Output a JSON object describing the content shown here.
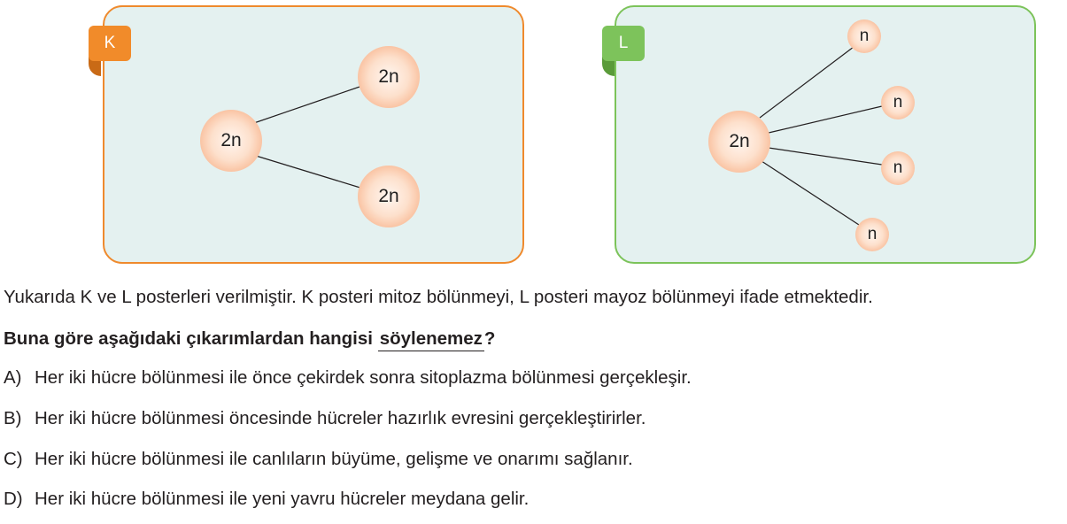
{
  "posters": {
    "k": {
      "label": "K",
      "parent": "2n",
      "children": [
        "2n",
        "2n"
      ],
      "border_color": "#ef8a2d"
    },
    "l": {
      "label": "L",
      "parent": "2n",
      "children": [
        "n",
        "n",
        "n",
        "n"
      ],
      "border_color": "#7cc35a"
    }
  },
  "question": {
    "intro": "Yukarıda K ve L posterleri verilmiştir. K posteri mitoz bölünmeyi, L posteri mayoz bölünmeyi ifade etmektedir.",
    "prompt_prefix": "Buna göre aşağıdaki çıkarımlardan hangisi ",
    "prompt_underlined": "söylenemez",
    "prompt_suffix": "?",
    "options": [
      {
        "letter": "A)",
        "text": "Her iki hücre bölünmesi ile önce çekirdek sonra sitoplazma bölünmesi gerçekleşir."
      },
      {
        "letter": "B)",
        "text": "Her iki hücre bölünmesi öncesinde hücreler hazırlık evresini gerçekleştirirler."
      },
      {
        "letter": "C)",
        "text": "Her iki hücre bölünmesi ile canlıların büyüme, gelişme ve onarımı sağlanır."
      },
      {
        "letter": "D)",
        "text": "Her iki hücre bölünmesi ile yeni yavru hücreler meydana gelir."
      }
    ]
  }
}
